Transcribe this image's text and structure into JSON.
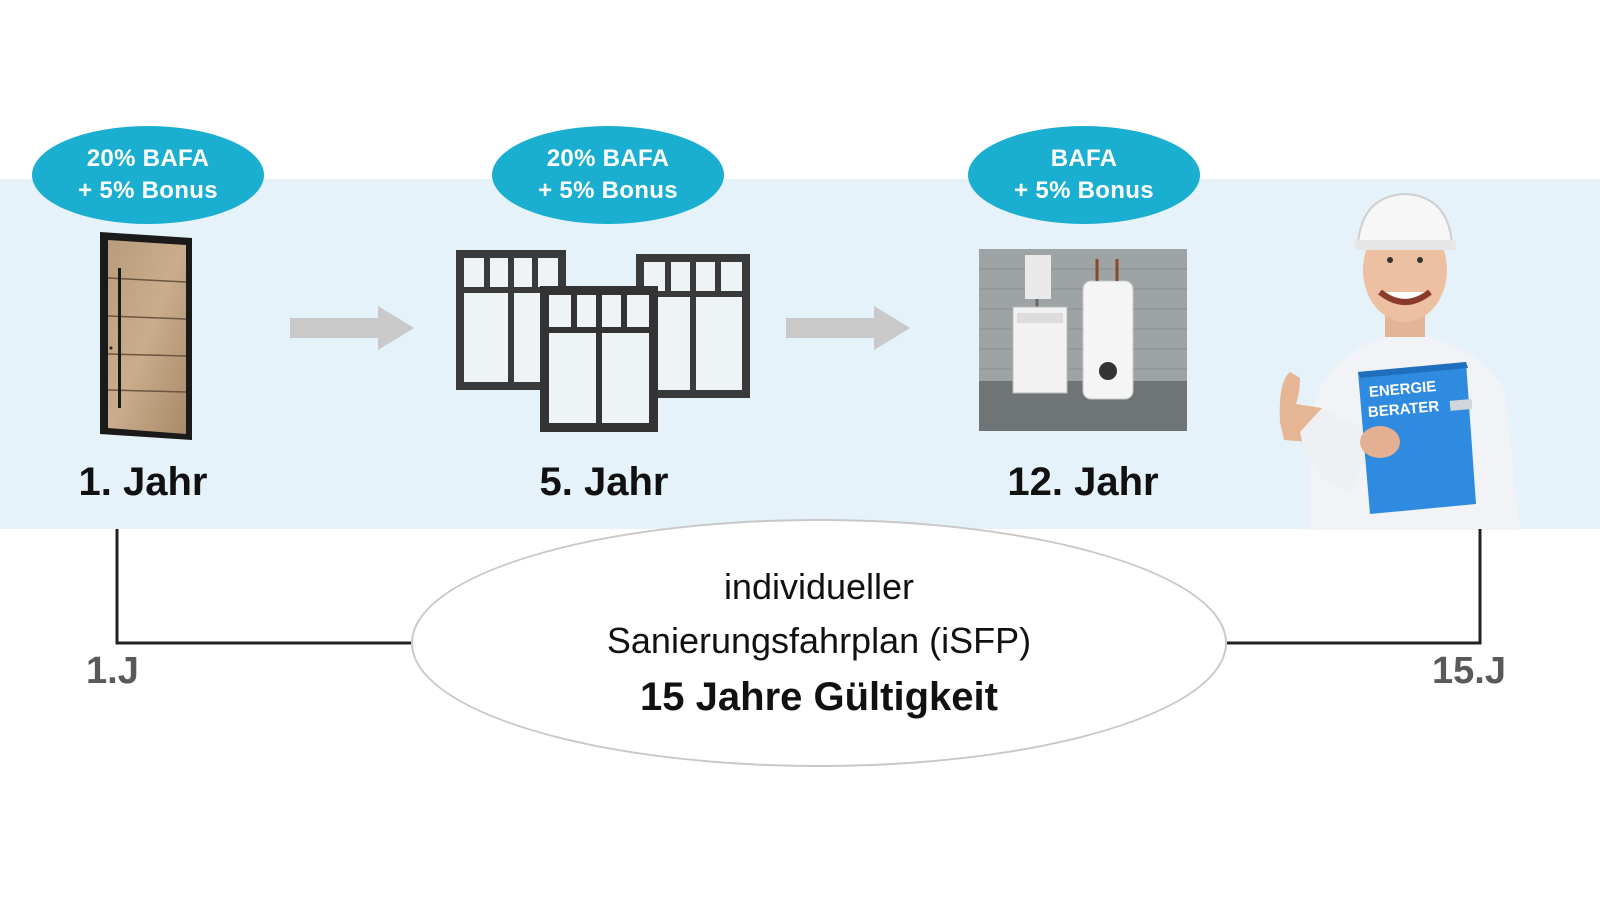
{
  "steps": [
    {
      "bubble_line1": "20% BAFA",
      "bubble_line2": "+ 5% Bonus",
      "year": "1. Jahr",
      "image": "door-icon"
    },
    {
      "bubble_line1": "20% BAFA",
      "bubble_line2": "+ 5% Bonus",
      "year": "5. Jahr",
      "image": "windows-icon"
    },
    {
      "bubble_line1": "BAFA",
      "bubble_line2": "+ 5% Bonus",
      "year": "12. Jahr",
      "image": "heating-system-icon"
    }
  ],
  "advisor": {
    "binder_line1": "ENERGIE",
    "binder_line2": "BERATER"
  },
  "timeline": {
    "start_label": "1.J",
    "end_label": "15.J"
  },
  "plan": {
    "line1": "individueller",
    "line2": "Sanierungsfahrplan (iSFP)",
    "line3": "15 Jahre Gültigkeit"
  },
  "colors": {
    "band": "#e5f2f9",
    "bubble": "#1aaed0",
    "arrow": "#c9c9c9",
    "timeline": "#222222",
    "label_gray": "#595959"
  }
}
